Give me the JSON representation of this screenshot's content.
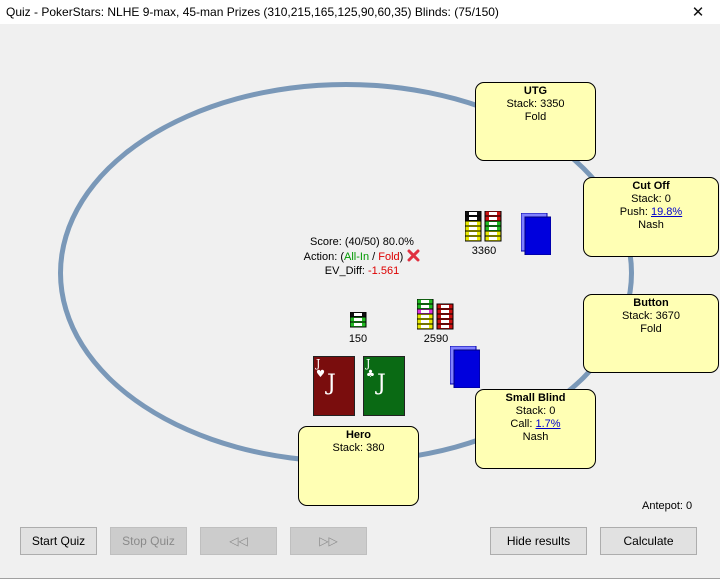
{
  "window": {
    "title": "Quiz - PokerStars: NLHE 9-max, 45-man Prizes (310,215,165,125,90,60,35) Blinds: (75/150)"
  },
  "seats": {
    "utg": {
      "name": "UTG",
      "stack": "Stack: 3350",
      "action": "Fold"
    },
    "cutoff": {
      "name": "Cut Off",
      "stack": "Stack: 0",
      "push_label": "Push: ",
      "push_pct": "19.8%",
      "result": "Nash"
    },
    "button": {
      "name": "Button",
      "stack": "Stack: 3670",
      "action": "Fold"
    },
    "small_blind": {
      "name": "Small Blind",
      "stack": "Stack: 0",
      "call_label": "Call: ",
      "call_pct": "1.7%",
      "result": "Nash"
    },
    "hero": {
      "name": "Hero",
      "stack": "Stack: 380"
    }
  },
  "bets": {
    "cutoff": "3360",
    "small_blind": "2590",
    "hero": "150"
  },
  "score": {
    "score_line": "Score: (40/50) 80.0%",
    "action_prefix": "Action: (",
    "allin": "All-In",
    "slash": " / ",
    "fold": "Fold",
    "action_suffix": ")",
    "ev_label": "EV_Diff: ",
    "ev_value": "-1.561"
  },
  "hero_cards": [
    {
      "rank": "J",
      "suit": "♥",
      "color": "#7a0d0d"
    },
    {
      "rank": "J",
      "suit": "♣",
      "color": "#0a6a14"
    }
  ],
  "antepot": "Antepot: 0",
  "buttons": {
    "start_quiz": "Start Quiz",
    "stop_quiz": "Stop Quiz",
    "prev": "◁◁",
    "next": "▷▷",
    "hide_results": "Hide results",
    "calculate": "Calculate"
  },
  "colors": {
    "table_rail": "#7a98b8",
    "seat_bg": "#ffffb4",
    "dealer_blue": "#0000cc",
    "link": "#0000cc"
  }
}
